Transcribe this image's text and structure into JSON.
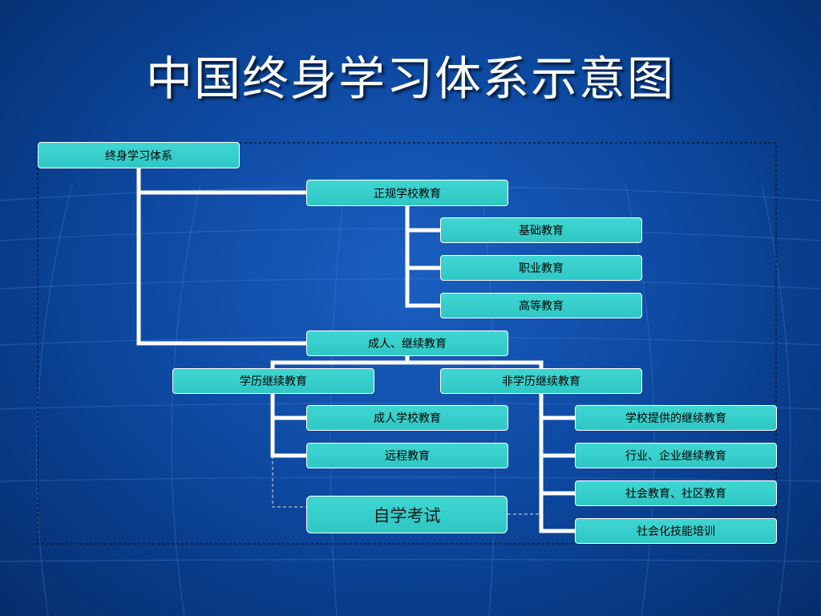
{
  "title": "中国终身学习体系示意图",
  "nodes": {
    "root": "终身学习体系",
    "formal": "正规学校教育",
    "basic": "基础教育",
    "vocational": "职业教育",
    "higher": "高等教育",
    "adult": "成人、继续教育",
    "degree": "学历继续教育",
    "nondegree": "非学历继续教育",
    "adult_school": "成人学校教育",
    "distance": "远程教育",
    "self_exam": "自学考试",
    "school_provided": "学校提供的继续教育",
    "industry": "行业、企业继续教育",
    "social": "社会教育、社区教育",
    "skills": "社会化技能培训"
  },
  "colors": {
    "background": "#0e4aa3",
    "node_fill": "#33cccc",
    "connector": "#ffffff"
  }
}
